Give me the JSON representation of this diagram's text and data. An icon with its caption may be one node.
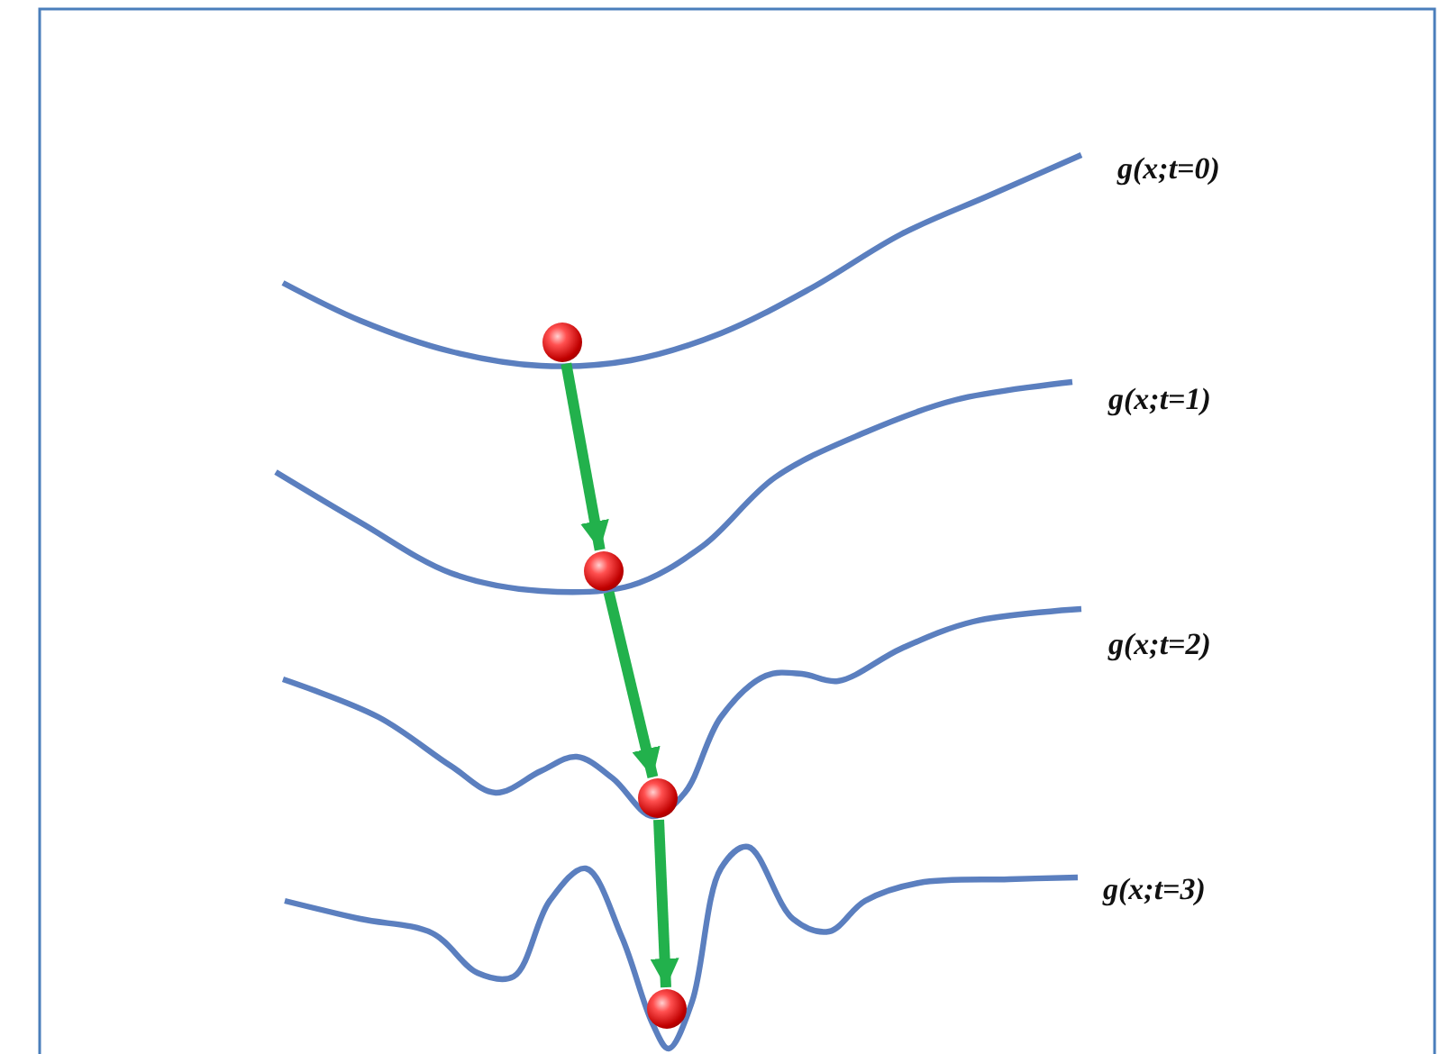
{
  "diagram": {
    "nodes": [
      {
        "text": [],
        "shape": "circle"
      },
      {
        "text": [],
        "shape": "circle"
      },
      {
        "text": [],
        "shape": "circle"
      },
      {
        "text": [],
        "shape": "circle"
      }
    ],
    "edges": [
      {
        "from": 0,
        "to": 1,
        "arrow": "to"
      },
      {
        "from": 1,
        "to": 2,
        "arrow": "to"
      },
      {
        "from": 2,
        "to": 3,
        "arrow": "to"
      }
    ],
    "labels": [
      "g(x;t=0)",
      "g(x;t=1)",
      "g(x;t=2)",
      "g(x;t=3)"
    ]
  }
}
